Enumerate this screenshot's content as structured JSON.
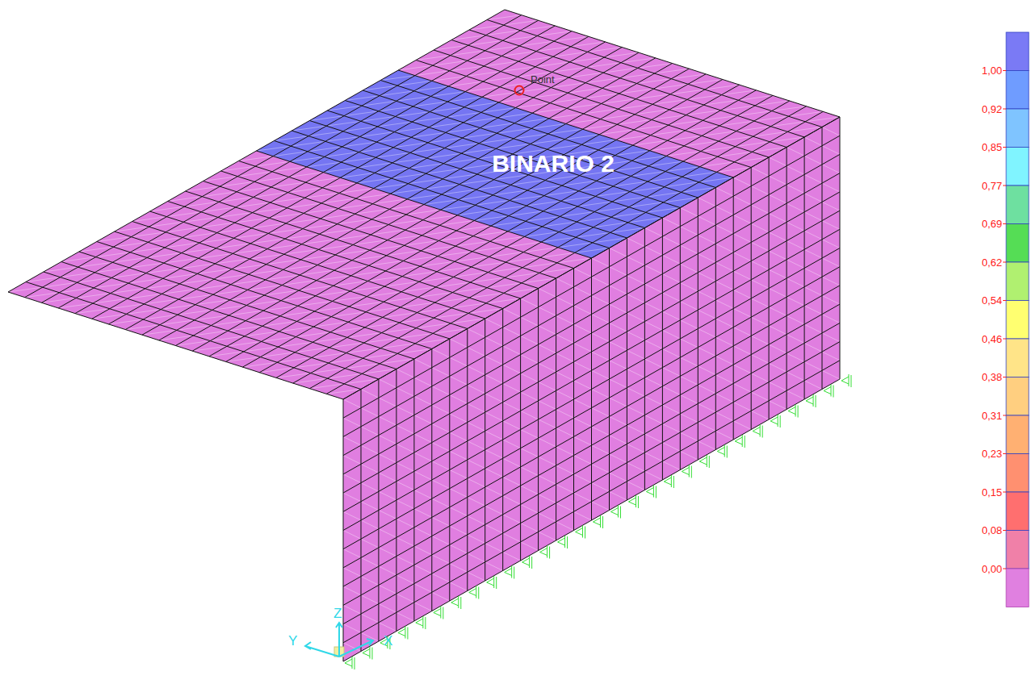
{
  "diagram": {
    "nodes": [
      {
        "text": [
          "BINARIO 2"
        ]
      }
    ],
    "labels": [
      "Point",
      "Z",
      "Y",
      "X"
    ],
    "legend": [
      {
        "text": "1,00",
        "color": "#7a7af5"
      },
      {
        "text": "0,92",
        "color": "#6f9cff"
      },
      {
        "text": "0,85",
        "color": "#7fc4ff"
      },
      {
        "text": "0,77",
        "color": "#80f4ff"
      },
      {
        "text": "0,69",
        "color": "#6ee0a0"
      },
      {
        "text": "0,62",
        "color": "#55dd55"
      },
      {
        "text": "0,54",
        "color": "#b0f070"
      },
      {
        "text": "0,46",
        "color": "#ffff70"
      },
      {
        "text": "0,38",
        "color": "#ffe488"
      },
      {
        "text": "0,31",
        "color": "#ffcf80"
      },
      {
        "text": "0,23",
        "color": "#ffb072"
      },
      {
        "text": "0,15",
        "color": "#ff9070"
      },
      {
        "text": "0,08",
        "color": "#ff6f6f"
      },
      {
        "text": "0,00",
        "color": "#f080a8"
      }
    ]
  }
}
